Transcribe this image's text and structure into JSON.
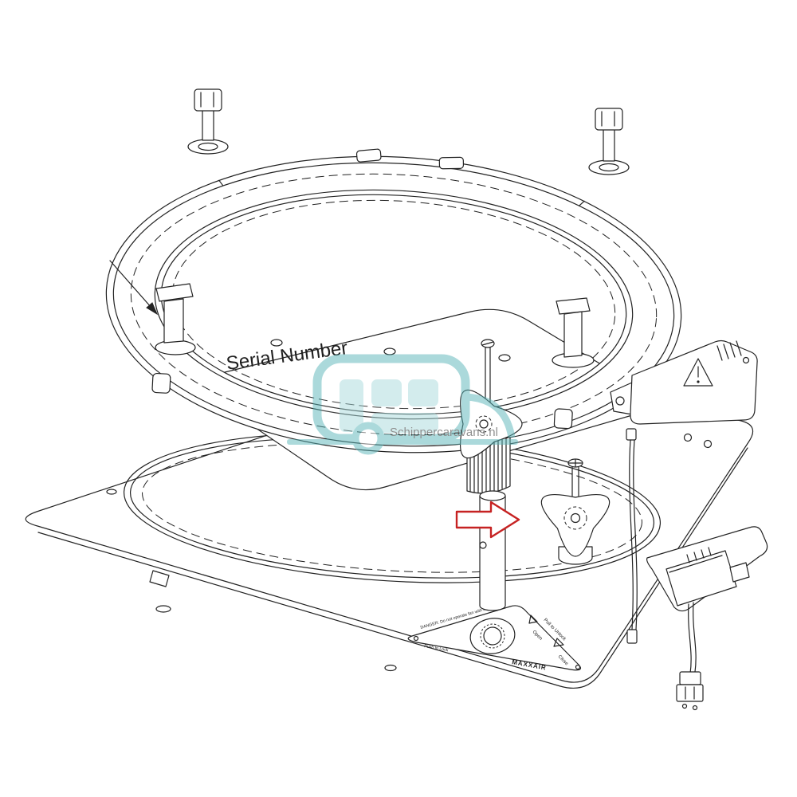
{
  "labels": {
    "serial": "Serial Number"
  },
  "watermark": {
    "text": "Schippercaravans.nl",
    "color": "#5ab5b8"
  },
  "warning_plate": {
    "danger": "DANGER: Do not operate fan with lid closed",
    "pull": "Pull to Unlock",
    "open": "Open",
    "close": "Close",
    "push": "Push to Lock",
    "brand": "MAXXAIR"
  },
  "colors": {
    "line": "#222222",
    "annotation_red": "#c62222",
    "watermark_teal": "#5ab5b8"
  }
}
